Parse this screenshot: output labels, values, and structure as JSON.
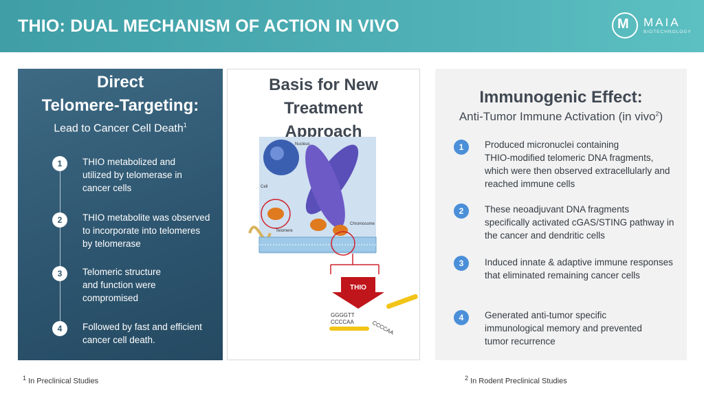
{
  "header": {
    "title": "THIO: DUAL MECHANISM OF ACTION IN VIVO",
    "logo_name": "MAIA",
    "logo_sub": "BIOTECHNOLOGY"
  },
  "left": {
    "title_line1": "Direct",
    "title_line2": "Telomere-Targeting:",
    "subtitle": "Lead to Cancer Cell Death",
    "subtitle_sup": "1",
    "items": [
      {
        "num": "1",
        "lines": [
          "THIO metabolized and",
          "utilized by telomerase in",
          "cancer cells"
        ]
      },
      {
        "num": "2",
        "lines": [
          "THIO metabolite was observed",
          "to incorporate into telomeres",
          "by telomerase"
        ]
      },
      {
        "num": "3",
        "lines": [
          "Telomeric structure",
          "and function were",
          "compromised"
        ]
      },
      {
        "num": "4",
        "lines": [
          "Followed by fast and efficient",
          "cancer cell death."
        ]
      }
    ]
  },
  "center": {
    "title_lines": [
      "Basis for New",
      "Treatment",
      "Approach"
    ],
    "illustration": {
      "nucleus": "Nucleus",
      "cell": "Cell",
      "chromosome": "Chromosome",
      "telomere": "Telomere",
      "drug": "THIO",
      "seq_top": "GGGGTT",
      "seq_bottom": "CCCCAA",
      "seq_diag": "CCCCAA"
    }
  },
  "right": {
    "title": "Immunogenic Effect:",
    "subtitle": "Anti-Tumor Immune Activation (in vivo",
    "subtitle_sup": "2",
    "subtitle_end": ")",
    "items": [
      {
        "num": "1",
        "lines": [
          "Produced micronuclei containing",
          "THIO-modified telomeric DNA fragments,",
          "which were then observed extracellularly and",
          "reached immune cells"
        ]
      },
      {
        "num": "2",
        "lines": [
          "These neoadjuvant DNA fragments",
          "specifically activated cGAS/STING pathway in",
          "the cancer and dendritic cells"
        ]
      },
      {
        "num": "3",
        "lines": [
          "Induced innate & adaptive immune responses",
          "that eliminated remaining cancer cells"
        ]
      },
      {
        "num": "4",
        "lines": [
          "Generated anti-tumor specific",
          "immunological memory and prevented",
          "tumor recurrence"
        ]
      }
    ]
  },
  "footnotes": {
    "left_sup": "1",
    "left": "In Preclinical Studies",
    "right_sup": "2",
    "right": "In Rodent Preclinical Studies"
  },
  "colors": {
    "header": "#4aa8ae",
    "left_panel": "#2e5670",
    "accent_blue": "#4a8fd8",
    "thio_red": "#c0151b",
    "fragment_yellow": "#f2c417"
  }
}
